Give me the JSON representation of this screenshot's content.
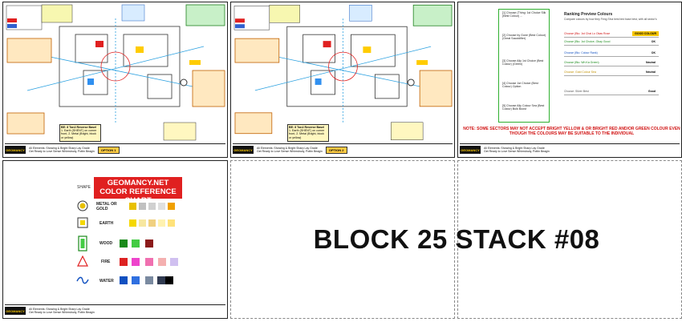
{
  "page_title": "BLOCK 25 STACK #08",
  "plan_option_1": {
    "option_label": "OPTION 1",
    "footer_lines": [
      "All Elements: Showing & Bright Sharp Lay Grade",
      "Get Ready to Love Sense Whimsbody, Pottin Beagin"
    ],
    "element_box": "BE: 8 Ton4 Reverse Basel",
    "element_note": "1. Earth (SHENT) on corner front, 2. Metal (Bright, block or yellow)"
  },
  "plan_option_2": {
    "option_label": "OPTION 2",
    "footer_lines": [
      "All Elements: Showing & Bright Sharp Lay Grade",
      "Get Ready to Love Sense Whimsbody, Pottin Beagin"
    ],
    "element_box": "BE: 8 Ton4 Reverse Basel",
    "element_note": "1. Earth (SHENT) on corner front, 2. Metal (Bright, block or yellow)"
  },
  "ranking": {
    "heading": "Ranking Preview Colours",
    "intro": "Compare colours by how they Feng Shui best bed base best, with all sector's",
    "items": [
      "[1] Choose (Thing: 1st Choice Silk (Best Colour) ...",
      "[2] Choose by Gone (Best Colour) (Great Sacoidifier)",
      "[3] Choose Ally 1st Choice (Best Colour) (Green)",
      "[4] Choose 1st Choice (Best Colour) Option",
      "[5] Choose Ally Colour Sea (Best Colour) Bulk Boost"
    ],
    "rank_rows": [
      {
        "label": "Choose (Blu: 1st Chai Lo Okas Rose",
        "badge": "GOOD COLOUR"
      },
      {
        "label": "Choose (Blu: 1st Choice, Okay Good",
        "badge": "OK"
      },
      {
        "label": "Choose (Blu: Colour Rank)",
        "badge": "OK"
      },
      {
        "label": "Choose (Blu: Wh Ka Green)",
        "badge": "Neutral"
      },
      {
        "label": "Choose: Gold Colour Sea",
        "badge": "Neutral"
      },
      {
        "label": "Choose: Silver Best",
        "badge": "Good"
      }
    ],
    "note": "NOTE: SOME SECTORS MAY NOT ACCEPT BRIGHT YELLOW & OR BRIGHT RED AND/OR GREEN COLOUR EVEN THOUGH THE COLOURS MAY BE SUITABLE TO THE INDIVIDUAL",
    "footer_lines": [
      "All Elements: Showing & Bright Sharp Lay Grade",
      "Get Ready to Love Sense Whimsbody, Pottin Beagin"
    ]
  },
  "reference_chart": {
    "shape_header": "SHAPE",
    "title": "GEOMANCY.NET COLOR REFERENCE CHART",
    "elements": [
      {
        "name": "METAL OR GOLD",
        "colors": [
          "#e8c000",
          "#c0c0c0",
          "#d0d0d0",
          "#e0e0e0",
          "#f0a000"
        ]
      },
      {
        "name": "EARTH",
        "colors": [
          "#f5d800",
          "#f7e7a0",
          "#f0d080",
          "#fff2b0",
          "#ffe27a"
        ]
      },
      {
        "name": "WOOD",
        "colors": [
          "#1a8a1a",
          "#44cc44",
          "#8b1a1a"
        ]
      },
      {
        "name": "FIRE",
        "colors": [
          "#dd2222",
          "#ee44cc",
          "#f070b0",
          "#f4b0b0",
          "#d0c0f0"
        ]
      },
      {
        "name": "WATER",
        "colors": [
          "#1050c0",
          "#3070e0",
          "#7a8aa0",
          "#303a50",
          "#000000"
        ]
      }
    ],
    "footer_lines": [
      "All Elements: Showing & Bright Sharp Lay Grade",
      "Get Ready to Love Sense Whimsbody, Pottin Beagin"
    ]
  },
  "logo_text": "GEOMANCY"
}
